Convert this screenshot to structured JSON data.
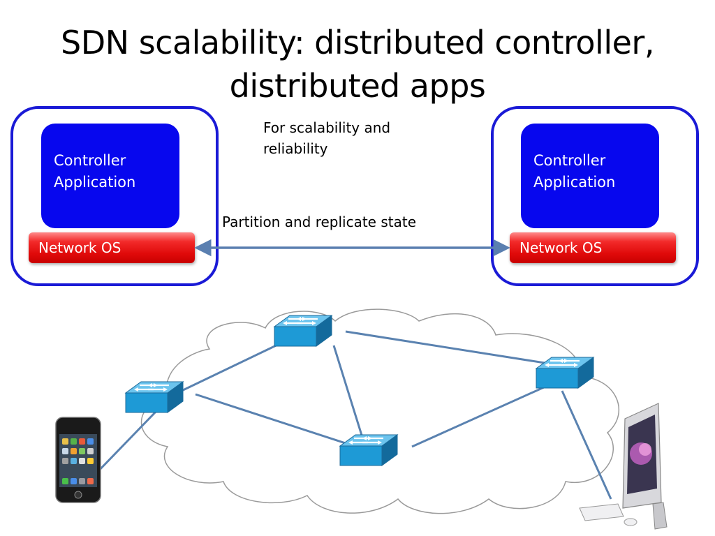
{
  "slide": {
    "title_line1": "SDN scalability: distributed controller,",
    "title_line2": "distributed apps",
    "note_line1": "For scalability and",
    "note_line2": "reliability",
    "arrow_label": "Partition and replicate state"
  },
  "controllers": [
    {
      "app_line1": "Controller",
      "app_line2": "Application",
      "os_label": "Network OS"
    },
    {
      "app_line1": "Controller",
      "app_line2": "Application",
      "os_label": "Network OS"
    }
  ],
  "network": {
    "devices": [
      "phone-icon",
      "switch-icon",
      "switch-icon",
      "switch-icon",
      "switch-icon",
      "desktop-computer-icon"
    ],
    "cloud": "cloud-icon"
  },
  "colors": {
    "frame_border": "#1a1ad6",
    "app_fill": "#0707ee",
    "os_red": "#e00a0a",
    "switch_blue": "#1a9ad6",
    "link_line": "#5a82b0",
    "arrow": "#5a7fb0"
  }
}
